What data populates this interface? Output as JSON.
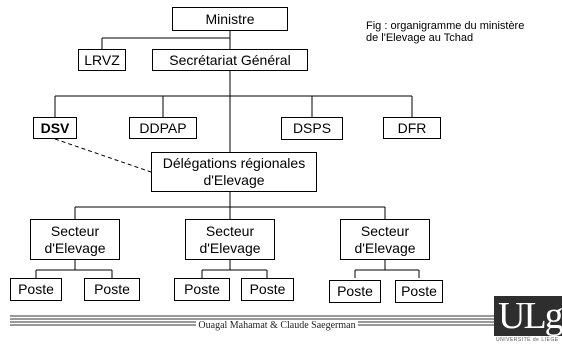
{
  "caption": "Fig : organigramme du ministère\nde l'Elevage au Tchad",
  "nodes": {
    "ministre": "Ministre",
    "lrvz": "LRVZ",
    "secretariat": "Secrétariat Général",
    "dsv": "DSV",
    "ddpap": "DDPAP",
    "dsps": "DSPS",
    "dfr": "DFR",
    "delegations": "Délégations régionales\nd'Elevage",
    "secteur": "Secteur\nd'Elevage",
    "poste": "Poste"
  },
  "footer": "Ouagal Mahamat & Claude Saegerman",
  "logo": {
    "text": "ULg",
    "subtext": "UNIVERSITÉ de LIÈGE"
  }
}
